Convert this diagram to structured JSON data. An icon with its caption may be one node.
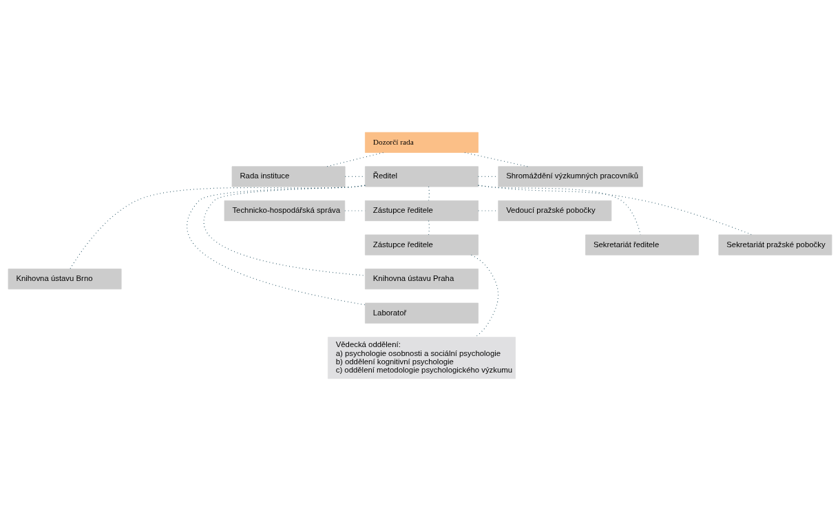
{
  "diagram": {
    "nodes": [
      {
        "text": [
          "Dozorčí rada"
        ]
      },
      {
        "text": [
          "Rada instituce"
        ]
      },
      {
        "text": [
          "Ředitel"
        ]
      },
      {
        "text": [
          "Shromáždění výzkumných pracovníků"
        ]
      },
      {
        "text": [
          "Technicko-hospodářská správa"
        ]
      },
      {
        "text": [
          "Zástupce ředitele"
        ]
      },
      {
        "text": [
          "Vedoucí pražské pobočky"
        ]
      },
      {
        "text": [
          "Sekretariát ředitele"
        ]
      },
      {
        "text": [
          "Zástupce ředitele"
        ]
      },
      {
        "text": [
          "Sekretariát pražské pobočky"
        ]
      },
      {
        "text": [
          "Knihovna ústavu Brno"
        ]
      },
      {
        "text": [
          "Knihovna ústavu Praha"
        ]
      },
      {
        "text": [
          "Laboratoř"
        ]
      },
      {
        "text": [
          "Vědecká oddělení:",
          "a) psychologie osobnosti a sociální psychologie",
          "b) oddělení kognitivní psychologie",
          "c) oddělení metodologie psychologického výzkumu"
        ]
      }
    ],
    "edges": [
      {
        "from": 0,
        "to": 1,
        "arrow": "none"
      },
      {
        "from": 0,
        "to": 3,
        "arrow": "none"
      },
      {
        "from": 1,
        "to": 2,
        "arrow": "none"
      },
      {
        "from": 2,
        "to": 3,
        "arrow": "none"
      },
      {
        "from": 2,
        "to": 5,
        "arrow": "none"
      },
      {
        "from": 4,
        "to": 5,
        "arrow": "none"
      },
      {
        "from": 5,
        "to": 6,
        "arrow": "none"
      },
      {
        "from": 5,
        "to": 8,
        "arrow": "none"
      },
      {
        "from": 8,
        "to": 13,
        "arrow": "none"
      },
      {
        "from": 2,
        "to": 7,
        "arrow": "none"
      },
      {
        "from": 2,
        "to": 10,
        "arrow": "none"
      },
      {
        "from": 2,
        "to": 9,
        "arrow": "none"
      },
      {
        "from": 2,
        "to": 11,
        "arrow": "none"
      },
      {
        "from": 2,
        "to": 12,
        "arrow": "none"
      }
    ]
  }
}
